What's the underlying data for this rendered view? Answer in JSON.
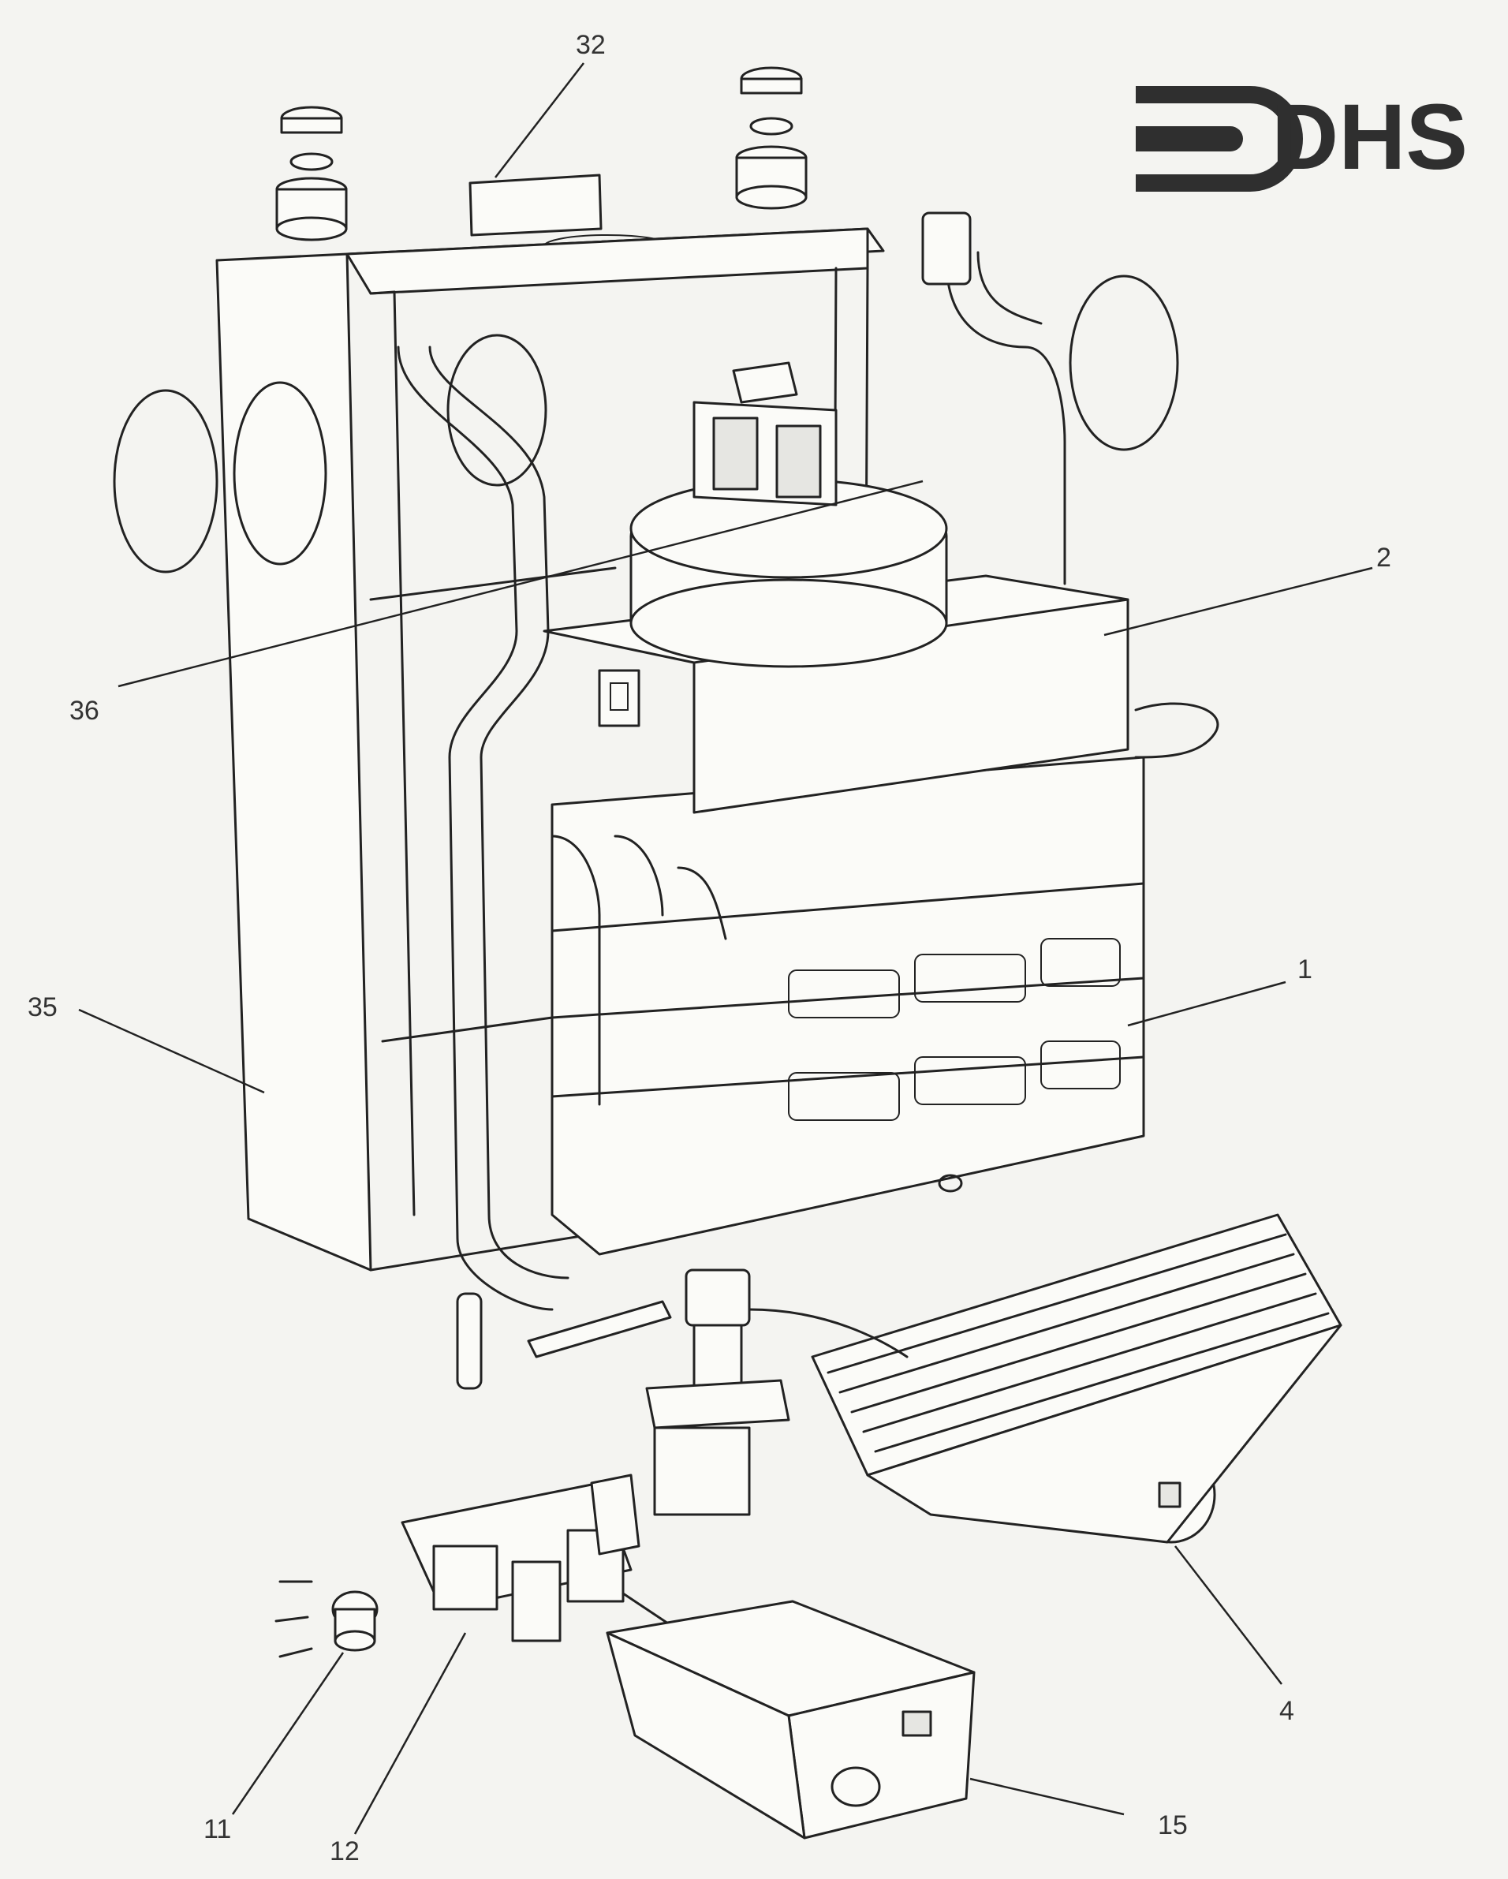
{
  "logo": {
    "text": "DHS"
  },
  "callouts": [
    {
      "id": "c32",
      "label": "32"
    },
    {
      "id": "c2",
      "label": "2"
    },
    {
      "id": "c36",
      "label": "36"
    },
    {
      "id": "c1",
      "label": "1"
    },
    {
      "id": "c35",
      "label": "35"
    },
    {
      "id": "c4",
      "label": "4"
    },
    {
      "id": "c11",
      "label": "11"
    },
    {
      "id": "c12",
      "label": "12"
    },
    {
      "id": "c15",
      "label": "15"
    }
  ]
}
